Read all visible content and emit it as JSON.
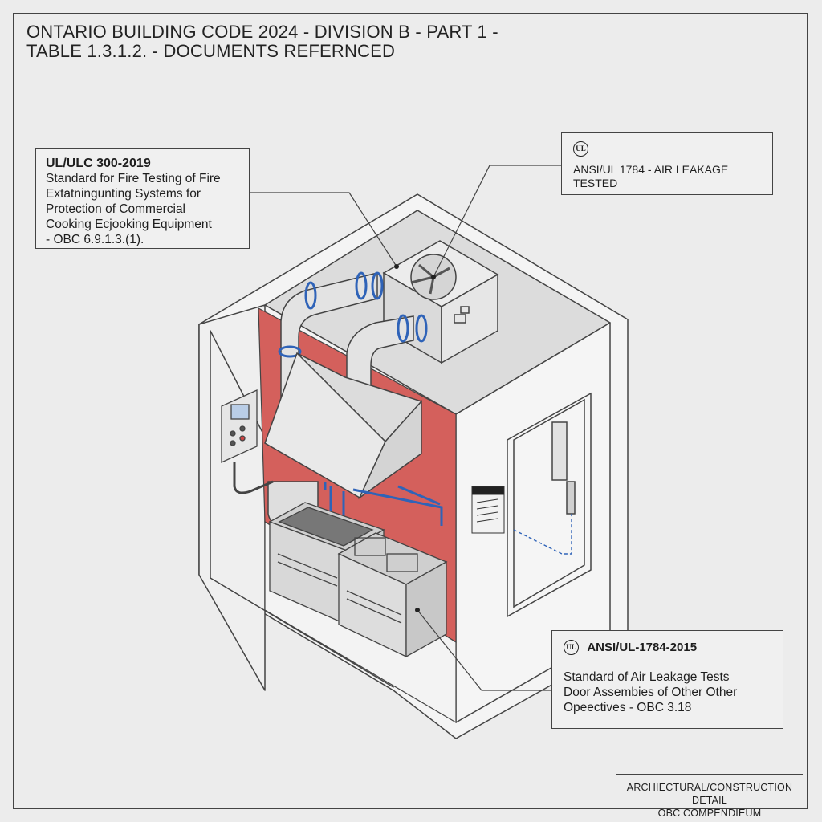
{
  "title": {
    "line1": "ONTARIO BUILDING CODE 2024 - DIVISION B - PART 1 -",
    "line2": "TABLE 1.3.1.2. - DOCUMENTS REFERNCED"
  },
  "callouts": {
    "ulc300": {
      "heading": "UL/ULC 300-2019",
      "lines": [
        "Standard for Fire Testing of Fire",
        "Extatningunting Systems for",
        "Protection of Commercial",
        "Cooking Ecjooking Equipment",
        "- OBC 6.9.1.3.(1)."
      ]
    },
    "airleak": {
      "mark": "UL",
      "line1": "ANSI/UL 1784 - AIR LEAKAGE",
      "line2": "TESTED"
    },
    "ansi": {
      "mark": "UL",
      "heading": "ANSI/UL-1784-2015",
      "lines": [
        "Standard of Air Leakage Tests",
        "Door Assembies of Other Other",
        "Opeectives - OBC 3.18"
      ]
    }
  },
  "titleblock": {
    "line1": "ARCHIECTURAL/CONSTRUCTION DETAIL",
    "line2": "OBC COMPENDIEUM"
  },
  "colors": {
    "fire_wall": "#d4605c",
    "duct_band": "#2f63b8",
    "line": "#444444"
  }
}
